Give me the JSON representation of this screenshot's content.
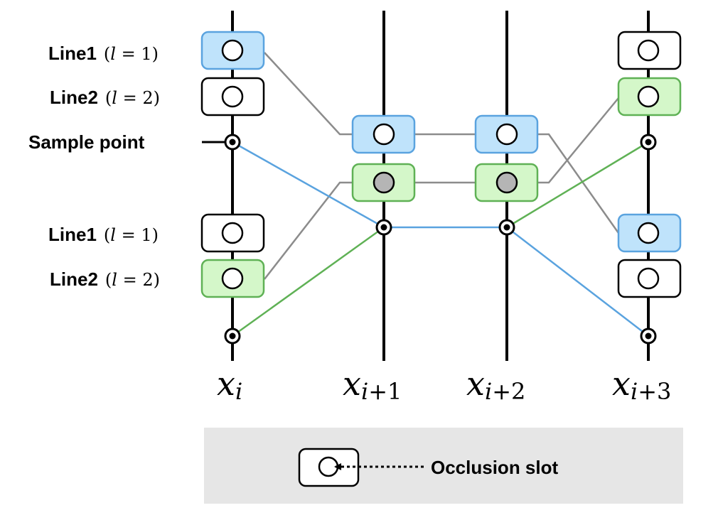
{
  "labels": {
    "line1_top": {
      "name": "Line1",
      "math_open": "(",
      "math_var": "l",
      "math_eq": " = 1)"
    },
    "line2_top": {
      "name": "Line2",
      "math_open": "(",
      "math_var": "l",
      "math_eq": " = 2)"
    },
    "sample_point": "Sample point",
    "line1_bottom": {
      "name": "Line1",
      "math_open": "(",
      "math_var": "l",
      "math_eq": " = 1)"
    },
    "line2_bottom": {
      "name": "Line2",
      "math_open": "(",
      "math_var": "l",
      "math_eq": " = 2)"
    }
  },
  "axes": [
    {
      "var": "x",
      "sub_var": "i",
      "sub_rest": ""
    },
    {
      "var": "x",
      "sub_var": "i",
      "sub_rest": "+1"
    },
    {
      "var": "x",
      "sub_var": "i",
      "sub_rest": "+2"
    },
    {
      "var": "x",
      "sub_var": "i",
      "sub_rest": "+3"
    }
  ],
  "legend": {
    "label": "Occlusion slot"
  },
  "colors": {
    "blue_fill": "#bfe3fb",
    "blue_stroke": "#5aa3df",
    "green_fill": "#d4f7c9",
    "green_stroke": "#5fb155",
    "gray_line": "#8c8c8c",
    "filled_circle": "#b5b5b5",
    "legend_bg": "#e6e6e6"
  }
}
